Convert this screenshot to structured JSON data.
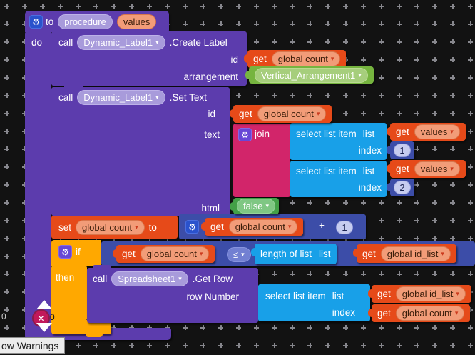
{
  "palette": {
    "background": "#121212",
    "procedure_purple": "#5C3CAD",
    "variable_orange": "#E64A19",
    "list_blue": "#18A0E8",
    "math_navy": "#3C4DA8",
    "text_pink": "#D2256A",
    "logic_green": "#43A047",
    "component_green": "#76B43F",
    "control_gold": "#FFA800",
    "error_badge_red": "#C2185B"
  },
  "icons": {
    "gear": "⚙",
    "dropdown": "▾",
    "error_x": "✕"
  },
  "keywords": {
    "to": "to",
    "do": "do",
    "call": "call",
    "get": "get",
    "set": "set",
    "join": "join",
    "if": "if",
    "then": "then",
    "plus": "+",
    "le": "≤"
  },
  "labels": {
    "id": "id",
    "arrangement": "arrangement",
    "text": "text",
    "html": "html",
    "row_number": "row Number",
    "index": "index",
    "list": "list",
    "select_list_item": "select list item",
    "length_of_list": "length of list"
  },
  "procedure": {
    "name": "procedure",
    "param": "values"
  },
  "components": {
    "dynamic_label": "Dynamic_Label1",
    "spreadsheet": "Spreadsheet1",
    "vertical_arrangement": "Vertical_Arrangement1"
  },
  "methods": {
    "create_label": ".Create Label",
    "set_text": ".Set Text",
    "get_row": ".Get Row"
  },
  "variables": {
    "count": "global count",
    "values": "values",
    "id_list": "global id_list"
  },
  "literals": {
    "one": "1",
    "two": "2",
    "false": "false"
  },
  "status": {
    "left_count": "0",
    "error_count": "0",
    "warnings_button": "ow Warnings"
  }
}
